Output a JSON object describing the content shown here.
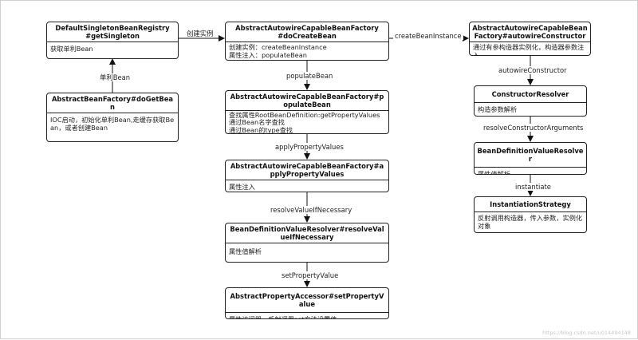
{
  "nodes": {
    "default_singleton": {
      "title": "DefaultSingletonBeanRegistry\n#getSingleton",
      "body": "获取单利Bean"
    },
    "abstract_bean_factory": {
      "title": "AbstractBeanFactory#doGetBean",
      "body": "IOC启动，初始化单利Bean,走缓存获取Bean，或者创建Bean"
    },
    "do_create_bean": {
      "title": "AbstractAutowireCapableBeanFactory\n#doCreateBean",
      "body": "创建实例：createBeanInstance\n属性注入：populateBean"
    },
    "populate_bean": {
      "title": "AbstractAutowireCapableBeanFactory#populateBean",
      "body": "查找属性RootBeanDefinition:getPropertyValues\n通过Bean名字查找\n通过Bean的type查找"
    },
    "apply_property_values": {
      "title": "AbstractAutowireCapableBeanFactory#applyPropertyValues",
      "body": "属性注入"
    },
    "resolve_value": {
      "title": "BeanDefinitionValueResolver#resolveValueIfNecessary",
      "body": "属性值解析"
    },
    "set_property_value": {
      "title": "AbstractPropertyAccessor#setPropertyValue",
      "body": "属性访问器，反射调用set方法设置值"
    },
    "autowire_constructor": {
      "title": "AbstractAutowireCapableBeanFactory#autowireConstructor",
      "body": "通过有参构造器实例化，构造器参数注入"
    },
    "constructor_resolver": {
      "title": "ConstructorResolver",
      "body": "构造参数解析"
    },
    "value_resolver": {
      "title": "BeanDefinitionValueResolver",
      "body": "属性值解析"
    },
    "instantiation_strategy": {
      "title": "InstantiationStrategy",
      "body": "反射调用构造器，传入参数，实例化对象"
    }
  },
  "edges": {
    "single_bean": "单利Bean",
    "create_instance_cn": "创建实例",
    "create_bean_instance": "createBeanInstance",
    "populate_bean": "populateBean",
    "apply_property_values": "applyPropertyValues",
    "resolve_value_if_necessary": "resolveValueIfNecessary",
    "set_property_value": "setPropertyValue",
    "autowire_constructor": "autowireConstructor",
    "resolve_constructor_arguments": "resolveConstructorArguments",
    "instantiate": "instantiate"
  },
  "watermark": "https://blog.csdn.net/u014494148"
}
